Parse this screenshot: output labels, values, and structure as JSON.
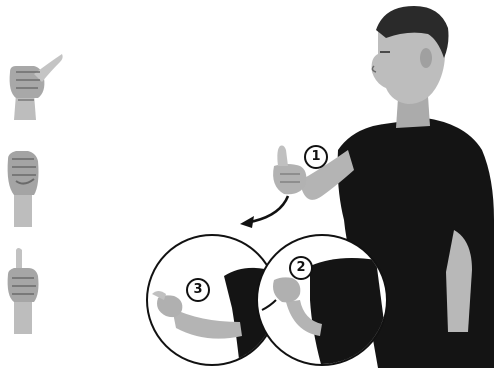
{
  "steps": [
    "1",
    "2",
    "3"
  ],
  "colors": {
    "skin": "#b9b9b9",
    "skin_shadow": "#8a8a8a",
    "shirt": "#141414",
    "hair": "#2a2a2a",
    "outline": "#111111"
  },
  "icons": {
    "thumbs_up_hand": "fist-with-thumb-side",
    "fist_hand": "closed-fist",
    "thumb_up_hand": "fist-thumb-up",
    "motion_arrow": "curved-arrow"
  }
}
